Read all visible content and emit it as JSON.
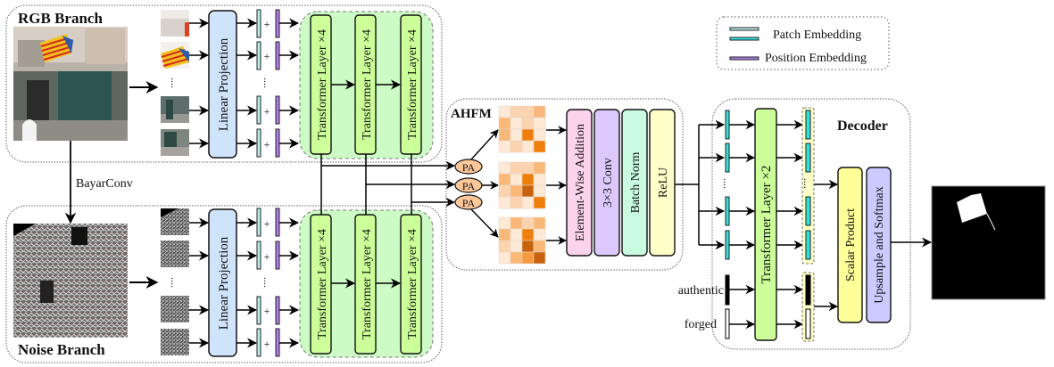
{
  "colors": {
    "linear_projection": "#cfe3fb",
    "transformer_group": "#cdfbc5",
    "transformer_block": "#ccff99",
    "element_wise": "#fcd3ec",
    "conv": "#dcc8fb",
    "batch_norm": "#c8fbe0",
    "relu": "#ffffc8",
    "scalar_product": "#ffff99",
    "upsample": "#cccaff",
    "patch_embedding": "#33e0e0",
    "patch_embedding_light": "#b8eeee",
    "position_embedding": "#b07de8",
    "pa": "#fcc89a",
    "heat": [
      "#fde9d6",
      "#fbd3ae",
      "#f9b877",
      "#f59a3f",
      "#ef7f0a",
      "#c9620c"
    ]
  },
  "rgb_branch": {
    "title": "RGB Branch",
    "linear_projection": "Linear Projection",
    "transformer_layers": [
      "Transformer Layer ×4",
      "Transformer Layer ×4",
      "Transformer Layer ×4"
    ],
    "ellipsis": "...."
  },
  "noise_branch": {
    "title": "Noise Branch",
    "linear_projection": "Linear Projection",
    "transformer_layers": [
      "Transformer Layer ×4",
      "Transformer Layer ×4",
      "Transformer Layer ×4"
    ],
    "ellipsis": "...."
  },
  "bayar_label": "BayarConv",
  "plus": "+",
  "legend": {
    "patch_embedding": "Patch Embedding",
    "position_embedding": "Position Embedding"
  },
  "ahfm": {
    "title": "AHFM",
    "pa_labels": [
      "PA",
      "PA",
      "PA"
    ],
    "blocks": [
      "Element-Wise Addition",
      "3×3 Conv",
      "Batch Norm",
      "ReLU"
    ],
    "heatmaps": [
      [
        [
          0,
          1,
          1,
          2
        ],
        [
          2,
          0,
          1,
          0
        ],
        [
          2,
          0,
          4,
          0
        ],
        [
          0,
          1,
          0,
          4
        ]
      ],
      [
        [
          0,
          1,
          1,
          2
        ],
        [
          2,
          0,
          4,
          0
        ],
        [
          1,
          2,
          5,
          0
        ],
        [
          0,
          1,
          0,
          4
        ]
      ],
      [
        [
          0,
          2,
          1,
          2
        ],
        [
          2,
          0,
          4,
          0
        ],
        [
          1,
          0,
          5,
          2
        ],
        [
          0,
          2,
          3,
          5
        ]
      ]
    ]
  },
  "decoder": {
    "title": "Decoder",
    "transformer": "Transformer Layer ×2",
    "authentic": "authentic",
    "forged": "forged",
    "scalar_product": "Scalar Product",
    "upsample": "Upsample and Softmax",
    "ellipsis": "...."
  },
  "output": {
    "description": "Predicted binary mask (black background, white flag region)"
  }
}
